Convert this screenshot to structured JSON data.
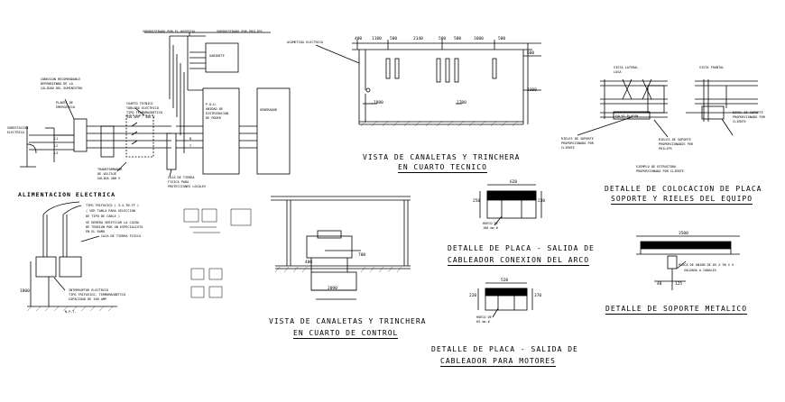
{
  "titles": {
    "canaletas_tecnico_1": "VISTA DE CANALETAS Y TRINCHERA",
    "canaletas_tecnico_2": "EN CUARTO TECNICO",
    "canaletas_control_1": "VISTA DE CANALETAS Y TRINCHERA",
    "canaletas_control_2": "EN CUARTO DE CONTROL",
    "placa_arco_1": "DETALLE DE PLACA - SALIDA DE",
    "placa_arco_2": "CABLEADOR CONEXION DEL ARCO",
    "placa_motores_1": "DETALLE DE PLACA - SALIDA DE",
    "placa_motores_2": "CABLEADOR PARA MOTORES",
    "colocacion_1": "DETALLE DE COLOCACION DE PLACA",
    "colocacion_2": "SOPORTE Y RIELES DEL EQUIPO",
    "soporte_metalico": "DETALLE DE SOPORTE METALICO",
    "alimentacion": "ALIMENTACION ELECTRICA"
  },
  "notes": {
    "suministrado_1": "SUMINISTRADO POR EL HOSPITAL",
    "suministrado_2": "SUMINISTRADO POR PHILIPS",
    "acometida": "ACOMETIDA ELECTRICA",
    "gabinete": "GABINETE",
    "generador": "GENERADOR",
    "pdu_1": "P.D.U.",
    "pdu_2": "UNIDAD DE",
    "pdu_3": "DISTRIBUCION",
    "pdu_4": "DE PODER",
    "vista_lateral": "VISTA LATERAL",
    "losa": "LOSA",
    "vista_frontal": "VISTA FRONTAL",
    "falso_plafon": "FALSO PLAFON",
    "rieles_1": "RIELES DE SOPORTE",
    "rieles_2": "PROPORCIONADO POR",
    "rieles_3": "CLIENTE",
    "rieles_b1": "RIELES DE SOPORTE",
    "rieles_b2": "PROPORCIONADOS POR",
    "rieles_b3": "PHILIPS",
    "niveles_1": "NIVEL DE SOPORTE",
    "niveles_2": "PROPORCIONADO POR",
    "niveles_3": "CLIENTE",
    "ejemplo_1": "EJEMPLO DE ESTRUCTURA",
    "ejemplo_2": "PROPORCIONADA POR CLIENTE",
    "tipo_trifasico": "TIPO TRIFASICO ( 3-4-TN-TF )",
    "ver_tabla": "( VER TABLA PARA SELECCION",
    "tipo_cable": "DE TIPO DE CABLE )",
    "se_debera_1": "SE DEBERA VERIFICAR LA CAIDA",
    "se_debera_2": "DE TENSION POR UN ESPECIALISTA",
    "se_debera_3": "EN EL RAMO",
    "caja_tierra": "CAJA DE TIERRA FISICA",
    "interruptor_1": "INTERRUPTOR ELECTRICO",
    "interruptor_2": "TIPO TRIFASICO, TERMOMAGNETICO",
    "interruptor_3": "CAPACIDAD DE 100 AMP",
    "npt": "N.P.T.",
    "acometida_left_1": "SUBESTACION",
    "acometida_left_2": "ELECTRICA",
    "planta_1": "PLANTA DE",
    "planta_2": "EMERGENCIA",
    "conexion_1": "CONEXION RECOMENDABLE",
    "conexion_2": "DEPENDIENDO DE LA",
    "conexion_3": "CALIDAD DEL SUMINISTRO",
    "cuarto_1": "CUARTO TECNICO",
    "cuarto_2": "TABLERO ELECTRICO",
    "cuarto_3": "TIPO TERMOMAGNETICO",
    "cuarto_4": "150 AMP - 480 V",
    "transformador_1": "TRANSFORMADOR",
    "transformador_2": "DE VOLTAJE",
    "transformador_3": "SALIDA 480 V",
    "caja_1": "CAJA DE TIERRA",
    "caja_2": "FISICA PARA",
    "caja_3": "PROTECCIONES LOCALES",
    "placa_union_1": "PLACA DE UNION DE 65 X 90 X 5",
    "placa_union_2": "SOLDADA A CANALES",
    "hueco_1": "HUECO DE",
    "hueco_2": "100 mm #",
    "hueco_3": "HUECO DE",
    "hueco_4": "65 mm #"
  },
  "dims": {
    "d400a": "400",
    "d1180": "1180",
    "d500a": "500",
    "d2140": "2140",
    "d500b": "500",
    "d500c": "500",
    "d1600": "1600",
    "d500d": "500",
    "d600": "600",
    "d2300": "2300",
    "d1800": "1800",
    "d1700": "1700",
    "d620": "620",
    "d250": "250",
    "d230": "230",
    "d520": "520",
    "d220": "220",
    "d370": "370",
    "d3500": "3500",
    "d40": "40",
    "d125": "125",
    "d2090": "2090",
    "d700": "700",
    "d400b": "400",
    "d1800b": "1800",
    "l1": "L1",
    "l2": "L2",
    "l3": "L3",
    "nn": "N",
    "tt": "T"
  },
  "colors": {
    "line": "#000000",
    "background": "#ffffff"
  }
}
